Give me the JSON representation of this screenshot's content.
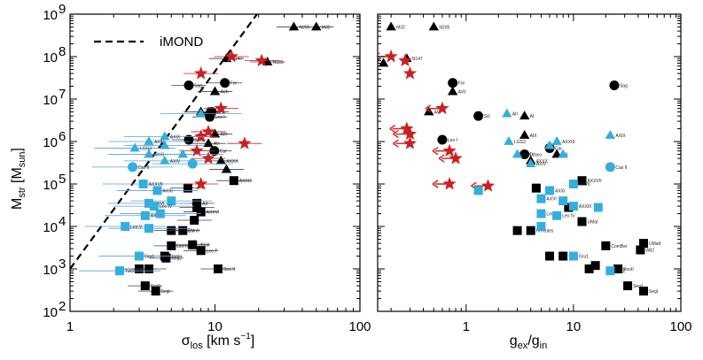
{
  "chart_data": [
    {
      "type": "scatter",
      "xlabel": "σlos [km s⁻¹]",
      "xlabel_main": "σ",
      "xlabel_sub": "los",
      "xlabel_unit_pre": " [km s",
      "xlabel_unit_sup": "−1",
      "xlabel_unit_post": "]",
      "ylabel": "Mstr [Msun]",
      "ylabel_main": "M",
      "ylabel_sub": "str",
      "ylabel_unit_pre": " [M",
      "ylabel_unit_sub": "sun",
      "ylabel_unit_post": "]",
      "xscale": "log",
      "yscale": "log",
      "xlim": [
        1,
        100
      ],
      "ylim": [
        100,
        1000000000
      ],
      "xticks": [
        "1",
        "10",
        "100"
      ],
      "yticks": [
        "10",
        "10",
        "10",
        "10",
        "10",
        "10",
        "10",
        "10"
      ],
      "ytick_exponents": [
        "2",
        "3",
        "4",
        "5",
        "6",
        "7",
        "8",
        "9"
      ],
      "legend": {
        "label": "iMOND",
        "placement": "top-left"
      },
      "imond_line": {
        "x": [
          1.0,
          19.5
        ],
        "y": [
          1000,
          1000000000
        ]
      },
      "series": [
        {
          "marker": "triangle",
          "color": "#000000",
          "points": [
            {
              "x": 35,
              "y": 500000000,
              "label": "N205"
            },
            {
              "x": 50,
              "y": 500000000,
              "label": "M32"
            },
            {
              "x": 12,
              "y": 90000000,
              "label": "N147"
            },
            {
              "x": 23,
              "y": 75000000,
              "label": "N185"
            },
            {
              "x": 10,
              "y": 15000000,
              "label": "AVII"
            },
            {
              "x": 9,
              "y": 5000000,
              "label": "AI"
            },
            {
              "x": 8,
              "y": 5000000,
              "label": "AII"
            },
            {
              "x": 10,
              "y": 1500000,
              "label": "AIII"
            },
            {
              "x": 9,
              "y": 900000,
              "label": "AV"
            },
            {
              "x": 11,
              "y": 350000,
              "label": "AXXX"
            },
            {
              "x": 12,
              "y": 220000,
              "label": ""
            }
          ]
        },
        {
          "marker": "circle",
          "color": "#000000",
          "points": [
            {
              "x": 6.6,
              "y": 21000000,
              "label": "Sag"
            },
            {
              "x": 11.7,
              "y": 24000000,
              "label": "For"
            },
            {
              "x": 9.2,
              "y": 3800000,
              "label": "Leo I"
            },
            {
              "x": 9.5,
              "y": 5000000,
              "label": "Scl"
            },
            {
              "x": 6.6,
              "y": 1100000,
              "label": "Sext"
            },
            {
              "x": 9.9,
              "y": 600000,
              "label": "Car"
            }
          ]
        },
        {
          "marker": "square",
          "color": "#000000",
          "points": [
            {
              "x": 13.5,
              "y": 120000,
              "label": "AXXIX"
            },
            {
              "x": 6.5,
              "y": 80000,
              "label": ""
            },
            {
              "x": 7.5,
              "y": 35000,
              "label": "AX"
            },
            {
              "x": 7.5,
              "y": 28000,
              "label": ""
            },
            {
              "x": 8,
              "y": 22000,
              "label": "AXXVI"
            },
            {
              "x": 7.2,
              "y": 14000,
              "label": ""
            },
            {
              "x": 5,
              "y": 8000,
              "label": "Hercules"
            },
            {
              "x": 6,
              "y": 8000,
              "label": "CVnII"
            },
            {
              "x": 5,
              "y": 3500,
              "label": "Leo IV"
            },
            {
              "x": 7,
              "y": 3700,
              "label": "UMaII"
            },
            {
              "x": 8,
              "y": 2700,
              "label": "Leo T"
            },
            {
              "x": 4.5,
              "y": 2000,
              "label": "BooI"
            },
            {
              "x": 4.6,
              "y": 1800,
              "label": "Seg2"
            },
            {
              "x": 10.5,
              "y": 1000,
              "label": "Boo II"
            },
            {
              "x": 3,
              "y": 1000,
              "label": "Wil1"
            },
            {
              "x": 3.5,
              "y": 1000,
              "label": ""
            },
            {
              "x": 3.3,
              "y": 400,
              "label": "Seg1"
            },
            {
              "x": 3.9,
              "y": 300,
              "label": "Segl"
            }
          ]
        },
        {
          "marker": "star",
          "color": "#cc1f1f",
          "points": [
            {
              "x": 13,
              "y": 100000000,
              "label": ""
            },
            {
              "x": 21,
              "y": 80000000,
              "label": ""
            },
            {
              "x": 8,
              "y": 40000000,
              "label": ""
            },
            {
              "x": 11,
              "y": 6000000,
              "label": ""
            },
            {
              "x": 9,
              "y": 1700000,
              "label": ""
            },
            {
              "x": 8,
              "y": 1300000,
              "label": ""
            },
            {
              "x": 16,
              "y": 900000,
              "label": ""
            },
            {
              "x": 7.5,
              "y": 600000,
              "label": ""
            },
            {
              "x": 9,
              "y": 400000,
              "label": ""
            },
            {
              "x": 8,
              "y": 100000,
              "label": ""
            }
          ]
        },
        {
          "marker": "triangle",
          "color": "#33aee0",
          "points": [
            {
              "x": 8,
              "y": 4500000,
              "label": "AII"
            },
            {
              "x": 4.5,
              "y": 1300000,
              "label": "AXIX"
            },
            {
              "x": 2.8,
              "y": 700000,
              "label": "LGS3"
            },
            {
              "x": 3.5,
              "y": 1000000,
              "label": "AXIII"
            },
            {
              "x": 4.5,
              "y": 800000,
              "label": ""
            },
            {
              "x": 3.5,
              "y": 500000,
              "label": "AXXI"
            },
            {
              "x": 4.5,
              "y": 350000,
              "label": "AXIV"
            },
            {
              "x": 6,
              "y": 500000,
              "label": ""
            }
          ]
        },
        {
          "marker": "circle",
          "color": "#33aee0",
          "points": [
            {
              "x": 2.7,
              "y": 250000,
              "label": "Cas II"
            },
            {
              "x": 7,
              "y": 300000,
              "label": ""
            }
          ]
        },
        {
          "marker": "square",
          "color": "#33aee0",
          "points": [
            {
              "x": 3.2,
              "y": 100000,
              "label": "AXXVII"
            },
            {
              "x": 4,
              "y": 70000,
              "label": "AXXI"
            },
            {
              "x": 3.5,
              "y": 35000,
              "label": "AXVI"
            },
            {
              "x": 5,
              "y": 40000,
              "label": ""
            },
            {
              "x": 3.8,
              "y": 30000,
              "label": "Leo IV"
            },
            {
              "x": 3.3,
              "y": 18000,
              "label": "AXXIII"
            },
            {
              "x": 4.2,
              "y": 20000,
              "label": ""
            },
            {
              "x": 2.4,
              "y": 10000,
              "label": "Leo V"
            },
            {
              "x": 3.5,
              "y": 9000,
              "label": ""
            },
            {
              "x": 3,
              "y": 2000,
              "label": "Gru1"
            },
            {
              "x": 2.2,
              "y": 900,
              "label": "Tuc2"
            }
          ]
        }
      ]
    },
    {
      "type": "scatter",
      "xlabel": "gex/gin",
      "xlabel_main": "g",
      "xlabel_sub1": "ex",
      "xlabel_mid": "/g",
      "xlabel_sub2": "in",
      "xscale": "log",
      "yscale": "log",
      "xlim": [
        0.15,
        100
      ],
      "ylim": [
        100,
        1000000000
      ],
      "xticks": [
        "1",
        "10",
        "100"
      ],
      "series": [
        {
          "marker": "triangle",
          "color": "#000000",
          "points": [
            {
              "x": 0.2,
              "y": 500000000,
              "label": "M32"
            },
            {
              "x": 0.5,
              "y": 500000000,
              "label": "N205"
            },
            {
              "x": 0.28,
              "y": 90000000,
              "label": "N147"
            },
            {
              "x": 0.17,
              "y": 70000000,
              "label": ""
            },
            {
              "x": 0.75,
              "y": 15000000,
              "label": "AVII"
            },
            {
              "x": 0.45,
              "y": 5000000,
              "label": "AVI"
            },
            {
              "x": 3.5,
              "y": 4000000,
              "label": "AI"
            },
            {
              "x": 3.5,
              "y": 1400000,
              "label": "AIII"
            },
            {
              "x": 7,
              "y": 500000,
              "label": "AX"
            },
            {
              "x": 4,
              "y": 350000,
              "label": "AXXX"
            }
          ]
        },
        {
          "marker": "circle",
          "color": "#000000",
          "points": [
            {
              "x": 0.75,
              "y": 24000000,
              "label": "For"
            },
            {
              "x": 24,
              "y": 21000000,
              "label": "Sag"
            },
            {
              "x": 1.3,
              "y": 4000000,
              "label": "Scl"
            },
            {
              "x": 0.6,
              "y": 1100000,
              "label": "Leo I"
            },
            {
              "x": 6,
              "y": 700000,
              "label": "Car"
            },
            {
              "x": 3.5,
              "y": 500000,
              "label": "Draco"
            }
          ]
        },
        {
          "marker": "square",
          "color": "#000000",
          "points": [
            {
              "x": 12,
              "y": 120000,
              "label": "AXXVII"
            },
            {
              "x": 4.5,
              "y": 80000,
              "label": ""
            },
            {
              "x": 9,
              "y": 28000,
              "label": ""
            },
            {
              "x": 12,
              "y": 13000,
              "label": "UMaI"
            },
            {
              "x": 3,
              "y": 8000,
              "label": ""
            },
            {
              "x": 4,
              "y": 8000,
              "label": "Hercules"
            },
            {
              "x": 20,
              "y": 3500,
              "label": "ComBer"
            },
            {
              "x": 6,
              "y": 2000,
              "label": ""
            },
            {
              "x": 8,
              "y": 2000,
              "label": ""
            },
            {
              "x": 45,
              "y": 4000,
              "label": "UMaII"
            },
            {
              "x": 42,
              "y": 2800,
              "label": "Wil2"
            },
            {
              "x": 14,
              "y": 1000,
              "label": ""
            },
            {
              "x": 16,
              "y": 1200,
              "label": ""
            },
            {
              "x": 26,
              "y": 1000,
              "label": "BooII"
            },
            {
              "x": 32,
              "y": 400,
              "label": "Seg1"
            },
            {
              "x": 45,
              "y": 300,
              "label": "Segl"
            }
          ]
        },
        {
          "marker": "star",
          "color": "#cc1f1f",
          "points": [
            {
              "x": 0.2,
              "y": 100000000,
              "label": "",
              "arrow": true
            },
            {
              "x": 0.27,
              "y": 80000000,
              "label": "",
              "arrow": false
            },
            {
              "x": 0.3,
              "y": 40000000,
              "label": "",
              "arrow": false
            },
            {
              "x": 0.6,
              "y": 6000000,
              "label": "",
              "arrow": true
            },
            {
              "x": 0.28,
              "y": 2000000,
              "label": "",
              "arrow": true
            },
            {
              "x": 0.3,
              "y": 1500000,
              "label": "",
              "arrow": true
            },
            {
              "x": 0.3,
              "y": 900000,
              "label": "",
              "arrow": true
            },
            {
              "x": 0.7,
              "y": 600000,
              "label": "",
              "arrow": true
            },
            {
              "x": 0.8,
              "y": 400000,
              "label": "",
              "arrow": true
            },
            {
              "x": 0.7,
              "y": 100000,
              "label": "",
              "arrow": true
            },
            {
              "x": 1.6,
              "y": 90000,
              "label": "",
              "arrow": true
            }
          ]
        },
        {
          "marker": "triangle",
          "color": "#33aee0",
          "points": [
            {
              "x": 2.4,
              "y": 4500000,
              "label": "AII"
            },
            {
              "x": 22,
              "y": 1400000,
              "label": "AXIX"
            },
            {
              "x": 2.5,
              "y": 1000000,
              "label": "LGS3"
            },
            {
              "x": 7,
              "y": 1000000,
              "label": "AXXIII"
            },
            {
              "x": 6,
              "y": 800000,
              "label": ""
            },
            {
              "x": 3,
              "y": 500000,
              "label": "AXXV"
            },
            {
              "x": 4,
              "y": 300000,
              "label": "AXIV"
            },
            {
              "x": 8,
              "y": 500000,
              "label": ""
            }
          ]
        },
        {
          "marker": "circle",
          "color": "#33aee0",
          "points": [
            {
              "x": 22,
              "y": 250000,
              "label": "Cas II"
            }
          ]
        },
        {
          "marker": "square",
          "color": "#33aee0",
          "points": [
            {
              "x": 10,
              "y": 100000,
              "label": "AXVII"
            },
            {
              "x": 6,
              "y": 70000,
              "label": "AXXI"
            },
            {
              "x": 1.3,
              "y": 70000,
              "label": ""
            },
            {
              "x": 5,
              "y": 45000,
              "label": "AXVI"
            },
            {
              "x": 8,
              "y": 40000,
              "label": ""
            },
            {
              "x": 10,
              "y": 30000,
              "label": "AXXIII"
            },
            {
              "x": 17,
              "y": 28000,
              "label": ""
            },
            {
              "x": 5,
              "y": 20000,
              "label": "Leo V"
            },
            {
              "x": 7,
              "y": 18000,
              "label": "Leo IV"
            },
            {
              "x": 5,
              "y": 10000,
              "label": ""
            },
            {
              "x": 10,
              "y": 2000,
              "label": "Gru1"
            },
            {
              "x": 22,
              "y": 900,
              "label": "Tuc2"
            }
          ]
        }
      ]
    }
  ]
}
